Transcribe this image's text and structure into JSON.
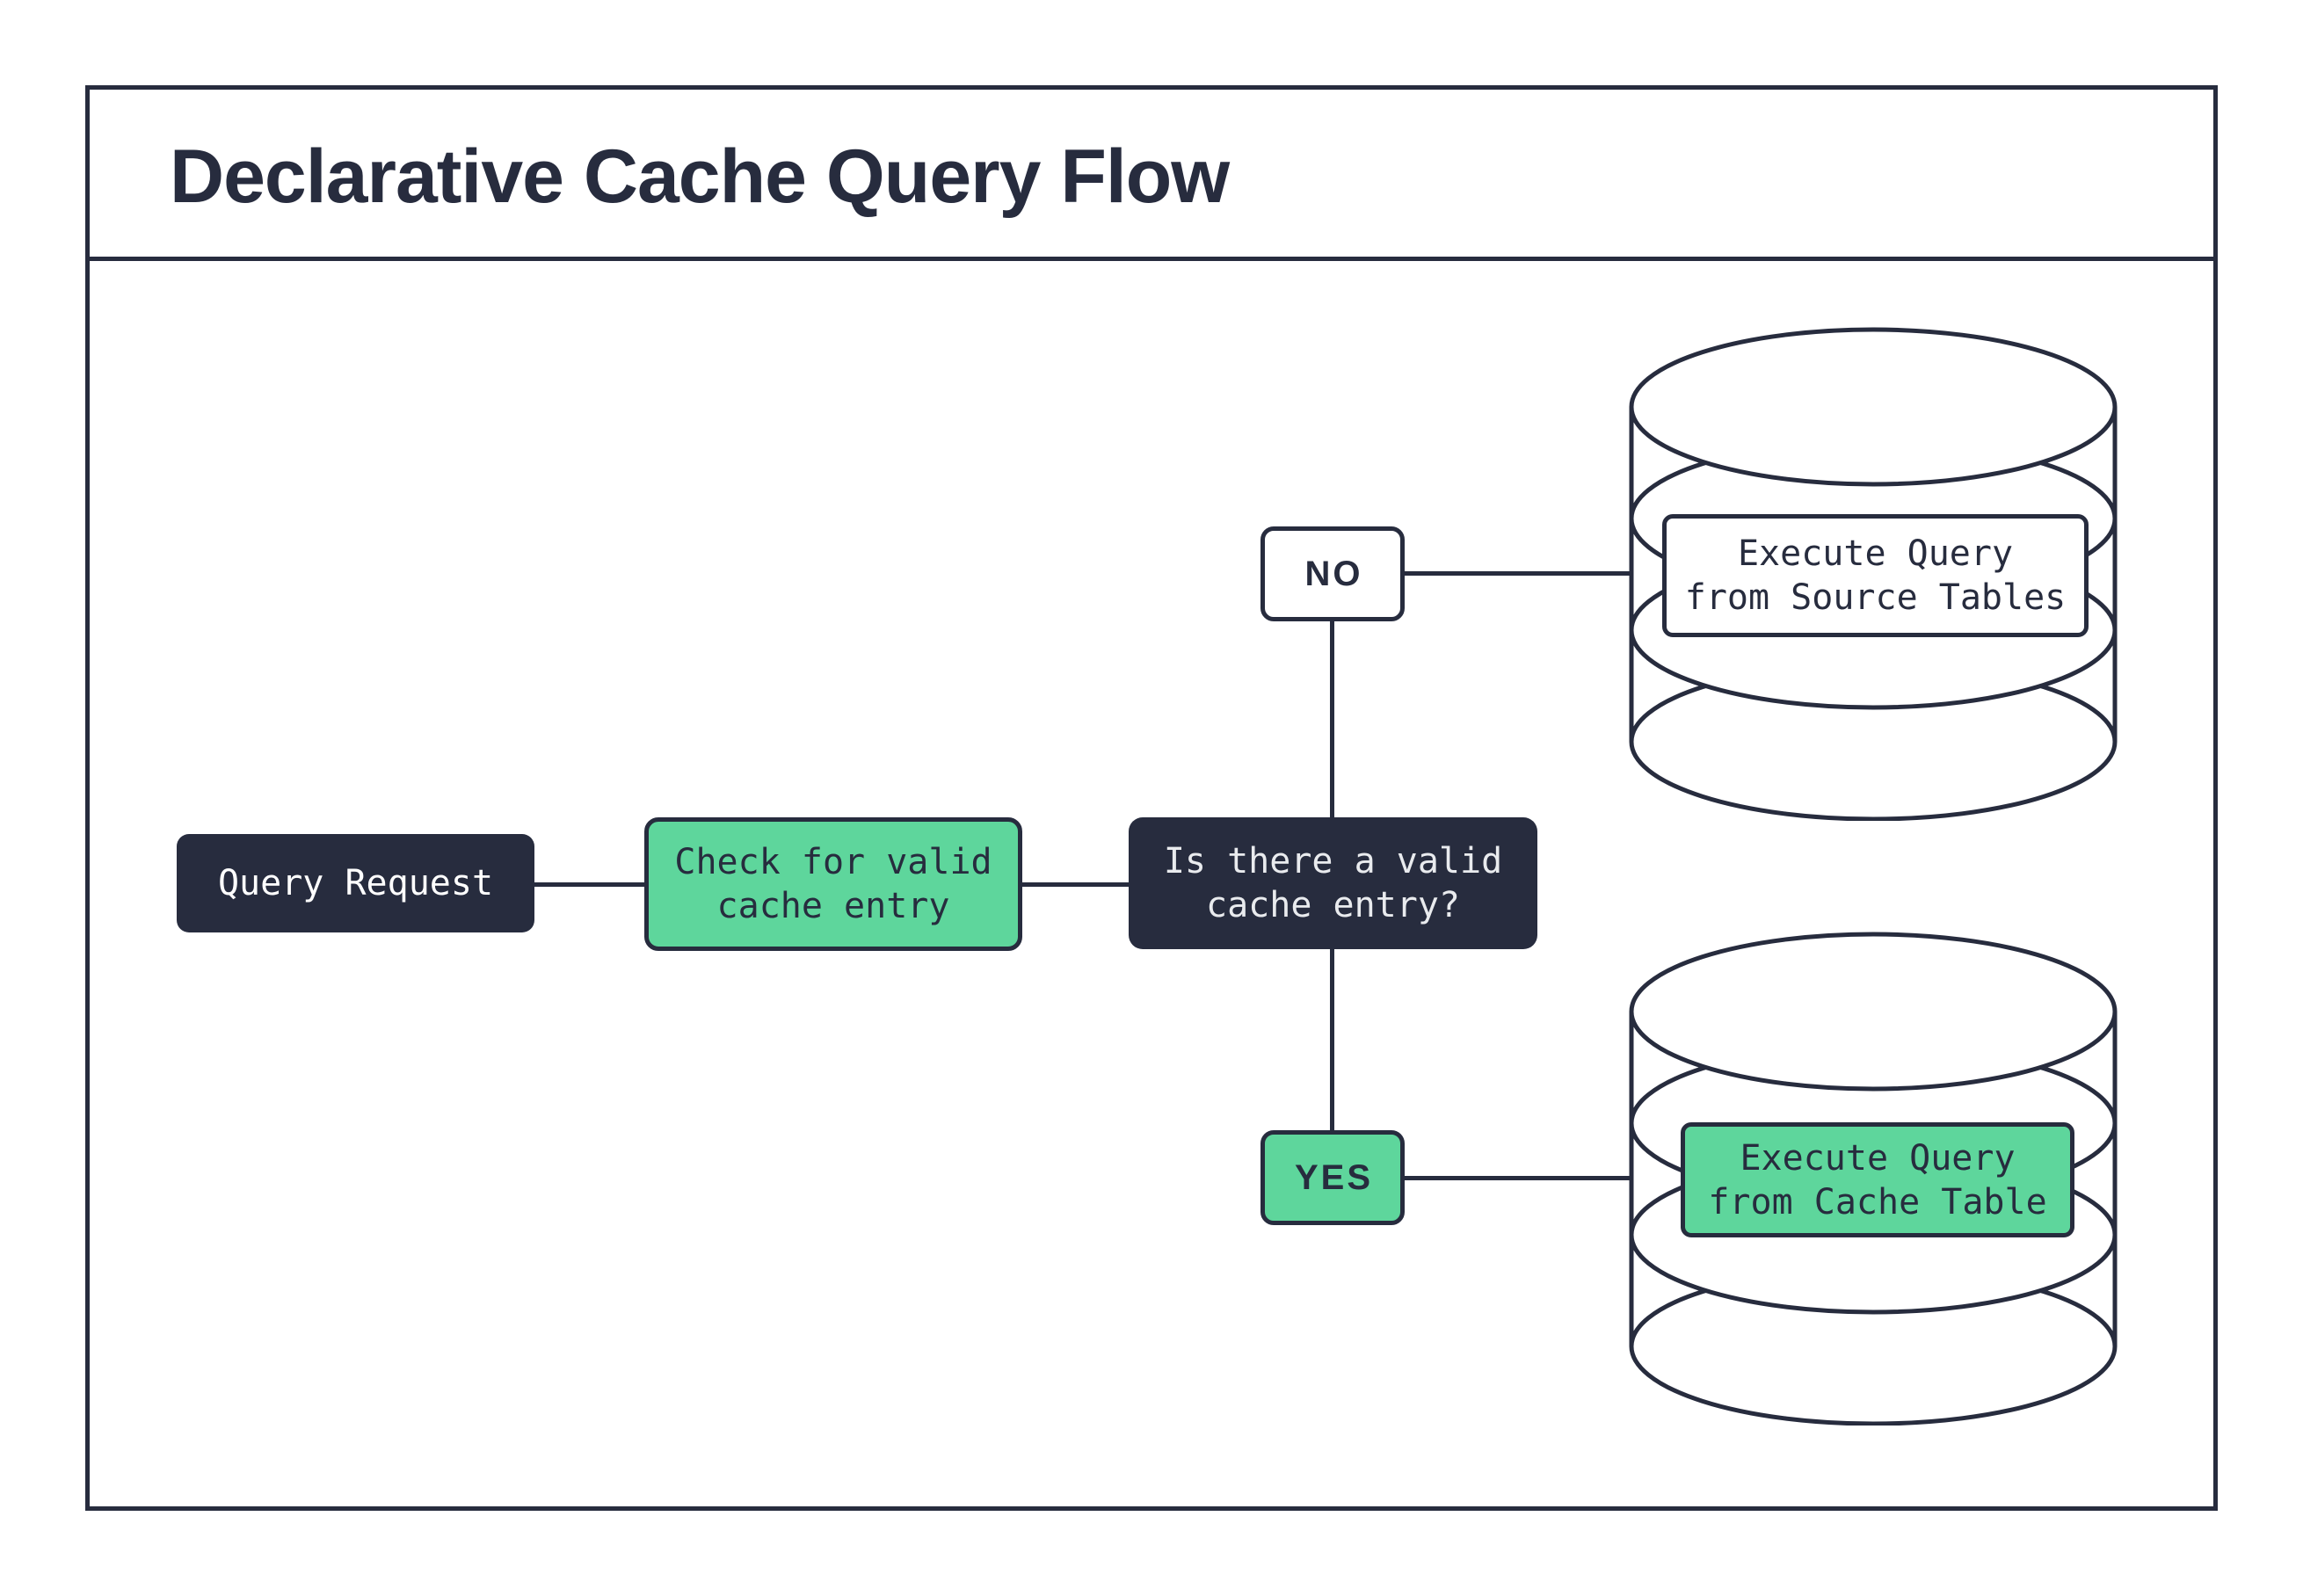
{
  "colors": {
    "ink": "#272c3e",
    "green": "#5ed69c",
    "white_text": "#ffffff",
    "light_text": "#e9ebee",
    "bg": "#ffffff"
  },
  "header": {
    "title": "Declarative Cache Query Flow"
  },
  "flowchart": {
    "nodes": {
      "query_request": {
        "label": "Query Request"
      },
      "check_cache": {
        "label": "Check for valid\ncache entry"
      },
      "decision": {
        "label": "Is there a valid\ncache entry?"
      },
      "branch_no": {
        "label": "NO"
      },
      "branch_yes": {
        "label": "YES"
      },
      "execute_source": {
        "label": "Execute Query\nfrom Source Tables"
      },
      "execute_cache": {
        "label": "Execute Query\nfrom Cache Table"
      }
    },
    "edges": [
      {
        "from": "query_request",
        "to": "check_cache"
      },
      {
        "from": "check_cache",
        "to": "decision"
      },
      {
        "from": "decision",
        "to": "branch_no",
        "condition": "NO"
      },
      {
        "from": "decision",
        "to": "branch_yes",
        "condition": "YES"
      },
      {
        "from": "branch_no",
        "to": "execute_source"
      },
      {
        "from": "branch_yes",
        "to": "execute_cache"
      }
    ]
  }
}
